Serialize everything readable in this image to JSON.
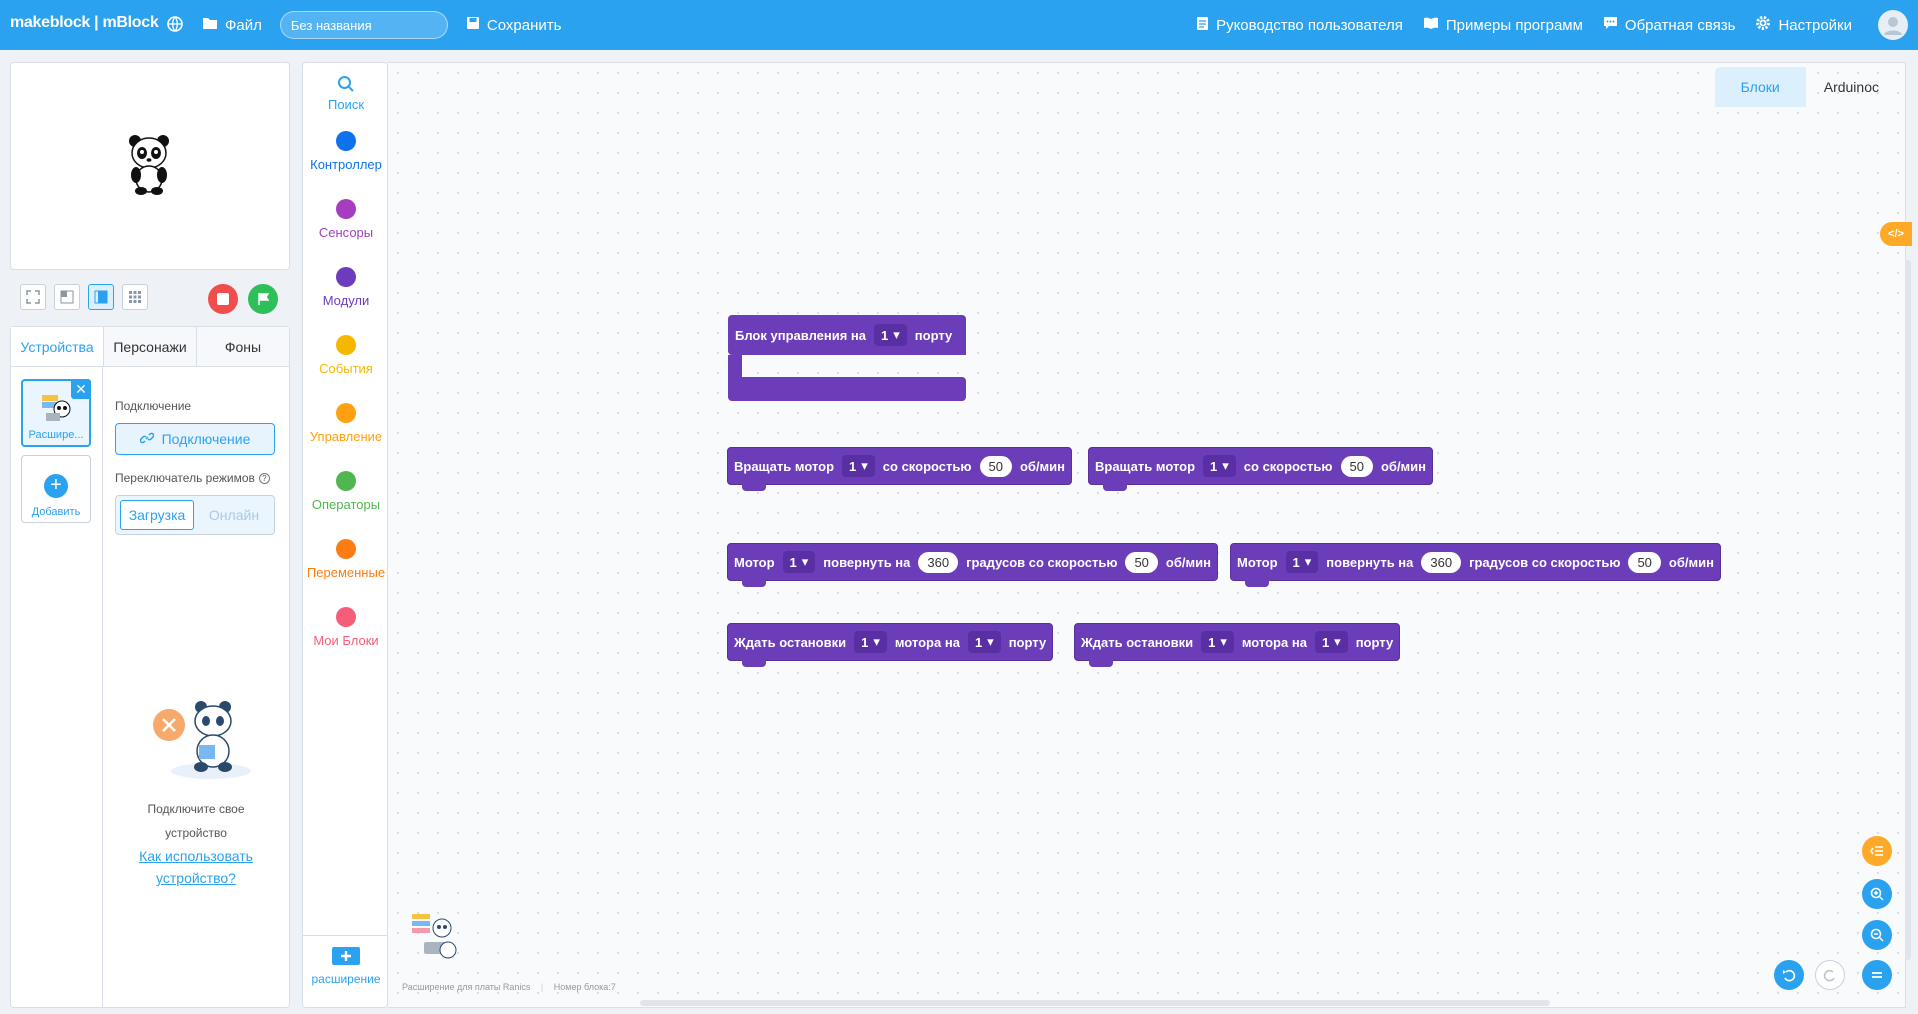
{
  "topbar": {
    "logo": "makeblock | mBlock",
    "file_label": "Файл",
    "project_name": "Без названия",
    "save_label": "Сохранить",
    "guide_label": "Руководство пользователя",
    "examples_label": "Примеры программ",
    "feedback_label": "Обратная связь",
    "settings_label": "Настройки"
  },
  "devpanel": {
    "tabs": [
      "Устройства",
      "Персонажи",
      "Фоны"
    ],
    "active_tab": "Устройства",
    "device_card_label": "Расшире...",
    "add_label": "Добавить",
    "connection_label": "Подключение",
    "connect_button": "Подключение",
    "mode_switch_label": "Переключатель режимов",
    "mode_upload": "Загрузка",
    "mode_live": "Онлайн",
    "hint_line1": "Подключите свое",
    "hint_line2": "устройство",
    "hint_link1": "Как использовать",
    "hint_link2": "устройство?"
  },
  "palette": {
    "search_label": "Поиск",
    "categories": [
      {
        "label": "Контроллер",
        "color": "#0e72ed"
      },
      {
        "label": "Сенсоры",
        "color": "#a63dbf"
      },
      {
        "label": "Модули",
        "color": "#6b3cbc"
      },
      {
        "label": "События",
        "color": "#f5b800"
      },
      {
        "label": "Управление",
        "color": "#ffa010"
      },
      {
        "label": "Операторы",
        "color": "#4fb650"
      },
      {
        "label": "Переменные",
        "color": "#fc7d14"
      },
      {
        "label": "Мои Блоки",
        "color": "#f65d79"
      }
    ],
    "extension_label": "расширение"
  },
  "workspace": {
    "tab_blocks": "Блоки",
    "tab_code": "Arduinoc",
    "footer_extension": "Расширение для платы Ranics",
    "footer_block_number": "Номер блока:7",
    "blocks": {
      "control": {
        "text1": "Блок управления на",
        "port": "1",
        "text2": "порту"
      },
      "rotate1": {
        "text1": "Вращать мотор",
        "motor": "1",
        "text2": "со скоростью",
        "speed": "50",
        "unit": "об/мин"
      },
      "rotate2": {
        "text1": "Вращать мотор",
        "motor": "1",
        "text2": "со скоростью",
        "speed": "50",
        "unit": "об/мин"
      },
      "turn1": {
        "text1": "Мотор",
        "motor": "1",
        "text2": "повернуть на",
        "degrees": "360",
        "text3": "градусов со скоростью",
        "speed": "50",
        "unit": "об/мин"
      },
      "turn2": {
        "text1": "Мотор",
        "motor": "1",
        "text2": "повернуть на",
        "degrees": "360",
        "text3": "градусов со скоростью",
        "speed": "50",
        "unit": "об/мин"
      },
      "wait1": {
        "text1": "Ждать остановки",
        "motor": "1",
        "text2": "мотора на",
        "port": "1",
        "text3": "порту"
      },
      "wait2": {
        "text1": "Ждать остановки",
        "motor": "1",
        "text2": "мотора на",
        "port": "1",
        "text3": "порту"
      }
    }
  },
  "colors": {
    "accent": "#2aa2f0",
    "block_purple": "#6c3db8",
    "stop_red": "#f04e4e",
    "go_green": "#2fbf5a",
    "orange_tool": "#ffa928"
  }
}
